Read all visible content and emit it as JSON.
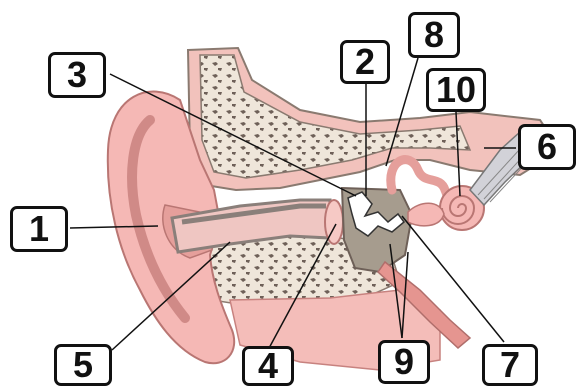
{
  "diagram": {
    "labels": {
      "l1": "1",
      "l2": "2",
      "l3": "3",
      "l4": "4",
      "l5": "5",
      "l6": "6",
      "l7": "7",
      "l8": "8",
      "l9": "9",
      "l10": "10"
    },
    "colors": {
      "skin": "#f5b8b5",
      "skin_dark": "#e08f8c",
      "bone": "#ece4d8",
      "bone_outline": "#8a7a70",
      "canal": "#8a7f7a",
      "cavity": "#a69c8e",
      "nerve": "#cfcfd4"
    }
  }
}
